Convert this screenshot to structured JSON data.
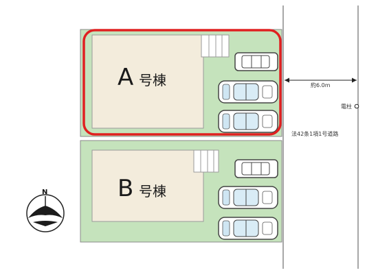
{
  "buildings": [
    {
      "letter": "A",
      "suffix": "号棟"
    },
    {
      "letter": "B",
      "suffix": "号棟"
    }
  ],
  "road": {
    "width_label": "約6.0m",
    "pole_label": "電柱",
    "type_label": "法42条1項1号道路"
  },
  "compass": {
    "north_label": "N"
  },
  "colors": {
    "lot_green": "#c5e3bc",
    "building_fill": "#f3ecdc",
    "highlight": "#e02020",
    "boundary_line": "#8a8a8a"
  }
}
